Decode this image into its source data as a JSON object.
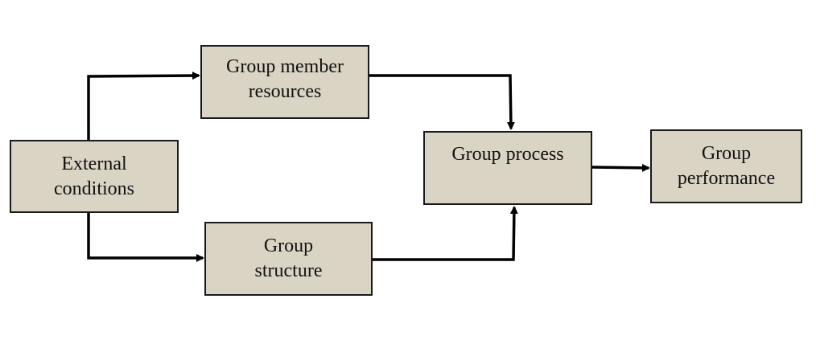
{
  "diagram": {
    "nodes": {
      "external_conditions": "External\nconditions",
      "group_member_resources": "Group member\nresources",
      "group_structure": "Group\nstructure",
      "group_process": "Group process",
      "group_performance": "Group\nperformance"
    },
    "edges": [
      {
        "from": "external_conditions",
        "to": "group_member_resources"
      },
      {
        "from": "external_conditions",
        "to": "group_structure"
      },
      {
        "from": "group_member_resources",
        "to": "group_process"
      },
      {
        "from": "group_structure",
        "to": "group_process"
      },
      {
        "from": "group_process",
        "to": "group_performance"
      }
    ],
    "colors": {
      "box_fill": "#d9d4c3",
      "box_border": "#1a1a1a",
      "arrow": "#000000",
      "text": "#111111"
    }
  }
}
